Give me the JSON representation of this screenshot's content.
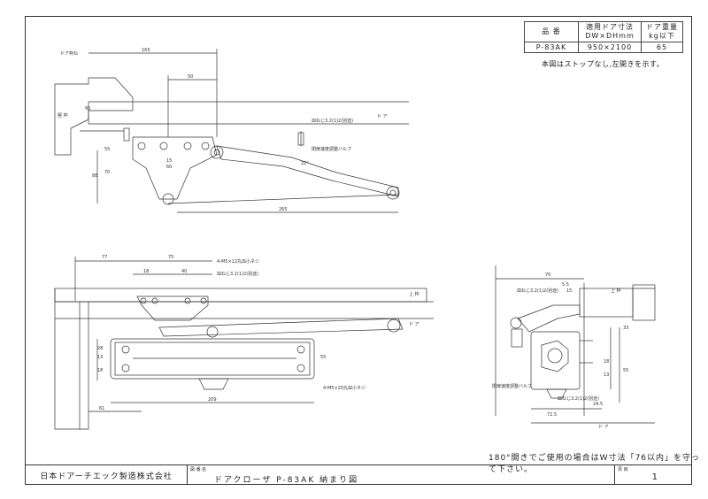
{
  "spec_table": {
    "headers": [
      "品 番",
      "適用ドア寸法\nDW×DHmm",
      "ドア重量\nkg以下"
    ],
    "header_model": "品 番",
    "header_size_line1": "適用ドア寸法",
    "header_size_line2": "DW×DHmm",
    "header_weight_line1": "ドア重量",
    "header_weight_line2": "kg以下",
    "model": "P-83AK",
    "size": "950×2100",
    "weight": "65"
  },
  "note_top": "本図はストップなし,左開きを示す。",
  "note_bottom": "180°開きでご使用の場合はW寸法「76以内」を守って下さい。",
  "title_block": {
    "company": "日本ドアーチエック製造株式会社",
    "name_caption": "図 番 名",
    "drawing_name": "ドアクローザ P-83AK 納まり図",
    "page_caption": "頁 目",
    "page_number": "1"
  },
  "top_view": {
    "labels": {
      "door_stop": "ドア枠ね",
      "frame": "竪 枠",
      "door": "ド ア",
      "screw_note": "皿ねじ3.2(1)2(別途)",
      "valve": "閉扉速度調整バルブ",
      "valve_angle": "22°"
    },
    "dims": [
      "165",
      "50",
      "95",
      "88",
      "55",
      "70",
      "15",
      "60",
      "265"
    ]
  },
  "front_view": {
    "labels": {
      "screw_top": "4-M5×12丸皿小ネジ",
      "screw_top2": "皿ねじ3.2(1)2(別途)",
      "lintel": "上 枠",
      "door": "ド ア",
      "screw_bottom": "4-M5×20丸皿小ネジ"
    },
    "dims": [
      "77",
      "75",
      "18",
      "40",
      "28",
      "13",
      "18",
      "55",
      "209",
      "61"
    ]
  },
  "side_view": {
    "labels": {
      "screw": "皿ねじ3.2(1)2(別途)",
      "lintel": "上 枠",
      "valve": "閉扉速度調整バルブ",
      "screw_bottom": "皿ねじ3.2(1)2(別途)",
      "door": "ド ア"
    },
    "dims": [
      "70",
      "5.5",
      "15",
      "55",
      "24.5",
      "72.5",
      "18",
      "13",
      "33"
    ]
  }
}
